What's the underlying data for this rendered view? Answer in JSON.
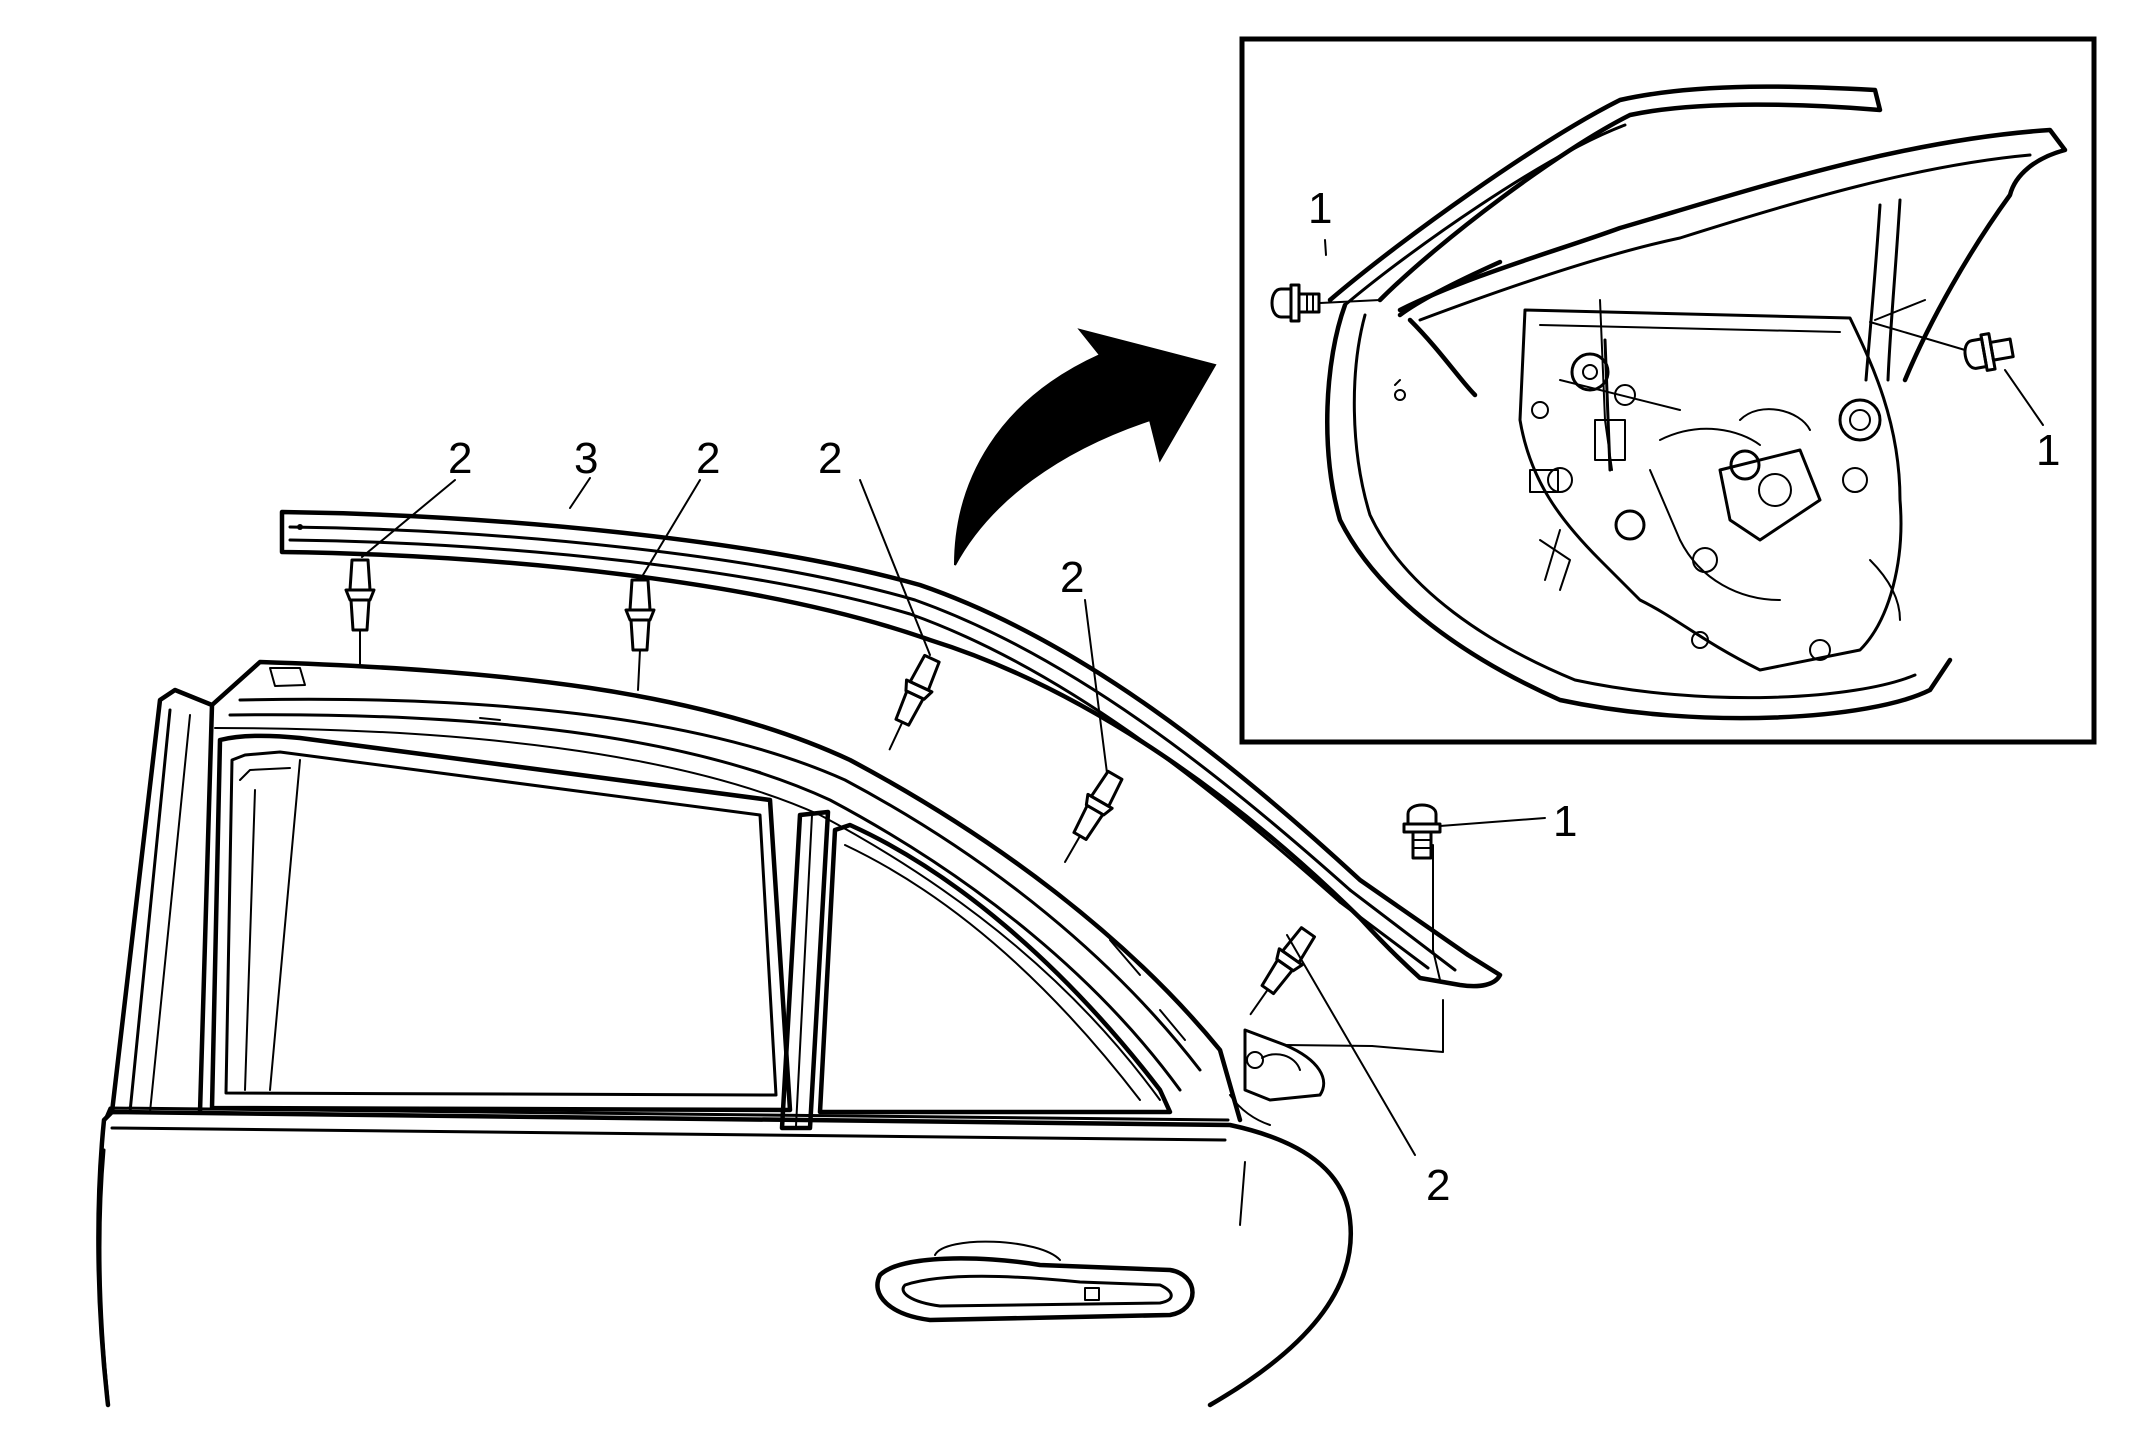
{
  "callouts": {
    "retainer": "1",
    "clip": "2",
    "molding": "3"
  },
  "colors": {
    "line": "#000000",
    "background": "#ffffff"
  },
  "icons": {
    "arrow": "curved-arrow-icon",
    "clip": "push-clip-icon",
    "retainer": "retainer-bolt-icon"
  }
}
